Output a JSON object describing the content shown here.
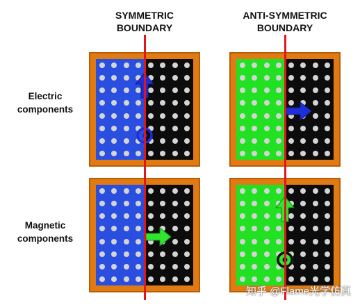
{
  "columns": [
    {
      "line1": "SYMMETRIC",
      "line2": "BOUNDARY"
    },
    {
      "line1": "ANTI-SYMMETRIC",
      "line2": "BOUNDARY"
    }
  ],
  "rows": [
    {
      "line1": "Electric",
      "line2": "components"
    },
    {
      "line1": "Magnetic",
      "line2": "components"
    }
  ],
  "colors": {
    "frame": "#e07a12",
    "frame_dark": "#b85d05",
    "symmetric_side": "#2a4fe0",
    "antisymmetric_side": "#22e022",
    "dark_side": "#0c0c0c",
    "hole": "#d4d4d4",
    "boundary_line": "#e4141b",
    "blue_vector": "#1d2fd6",
    "green_vector": "#2fe52f"
  },
  "panels": [
    {
      "id": "sym-electric",
      "fill": "symmetric_side",
      "vectors": [
        "arrow-up",
        "dot-circle"
      ]
    },
    {
      "id": "anti-electric",
      "fill": "antisymmetric_side",
      "vectors": [
        "arrow-right"
      ]
    },
    {
      "id": "sym-magnetic",
      "fill": "symmetric_side",
      "vectors": [
        "arrow-right"
      ]
    },
    {
      "id": "anti-magnetic",
      "fill": "antisymmetric_side",
      "vectors": [
        "arrow-up",
        "dot-circle"
      ]
    }
  ],
  "watermark": "知乎 @Flame光学仿真"
}
